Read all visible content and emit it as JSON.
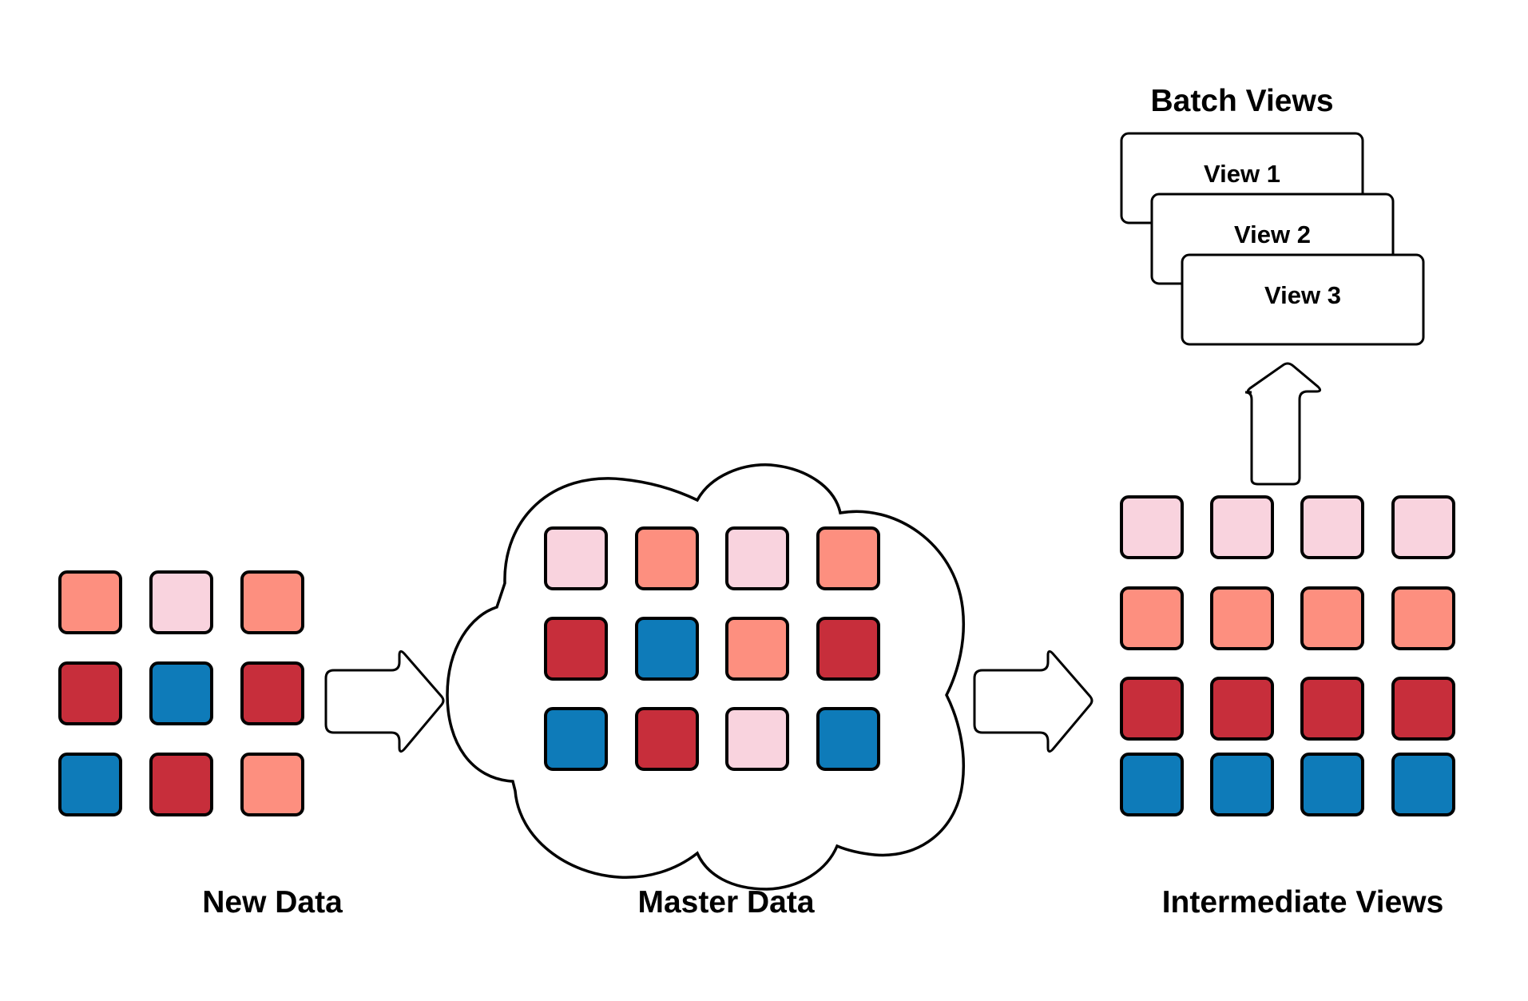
{
  "colors": {
    "pink": "#f9d3de",
    "salmon": "#fd8f7f",
    "red": "#c72e3b",
    "blue": "#0e7bb9",
    "stroke": "#000000",
    "background": "#ffffff"
  },
  "labels": {
    "new_data": "New Data",
    "master_data": "Master Data",
    "intermediate_views": "Intermediate Views",
    "batch_views": "Batch Views"
  },
  "batch_views": [
    "View 1",
    "View 2",
    "View 3"
  ],
  "new_data_grid": [
    [
      "salmon",
      "pink",
      "salmon"
    ],
    [
      "red",
      "blue",
      "red"
    ],
    [
      "blue",
      "red",
      "salmon"
    ]
  ],
  "master_data_grid": [
    [
      "pink",
      "salmon",
      "pink",
      "salmon"
    ],
    [
      "red",
      "blue",
      "salmon",
      "red"
    ],
    [
      "blue",
      "red",
      "pink",
      "blue"
    ]
  ],
  "intermediate_views_grid": [
    [
      "pink",
      "pink",
      "pink",
      "pink"
    ],
    [
      "salmon",
      "salmon",
      "salmon",
      "salmon"
    ],
    [
      "red",
      "red",
      "red",
      "red"
    ],
    [
      "blue",
      "blue",
      "blue",
      "blue"
    ]
  ]
}
